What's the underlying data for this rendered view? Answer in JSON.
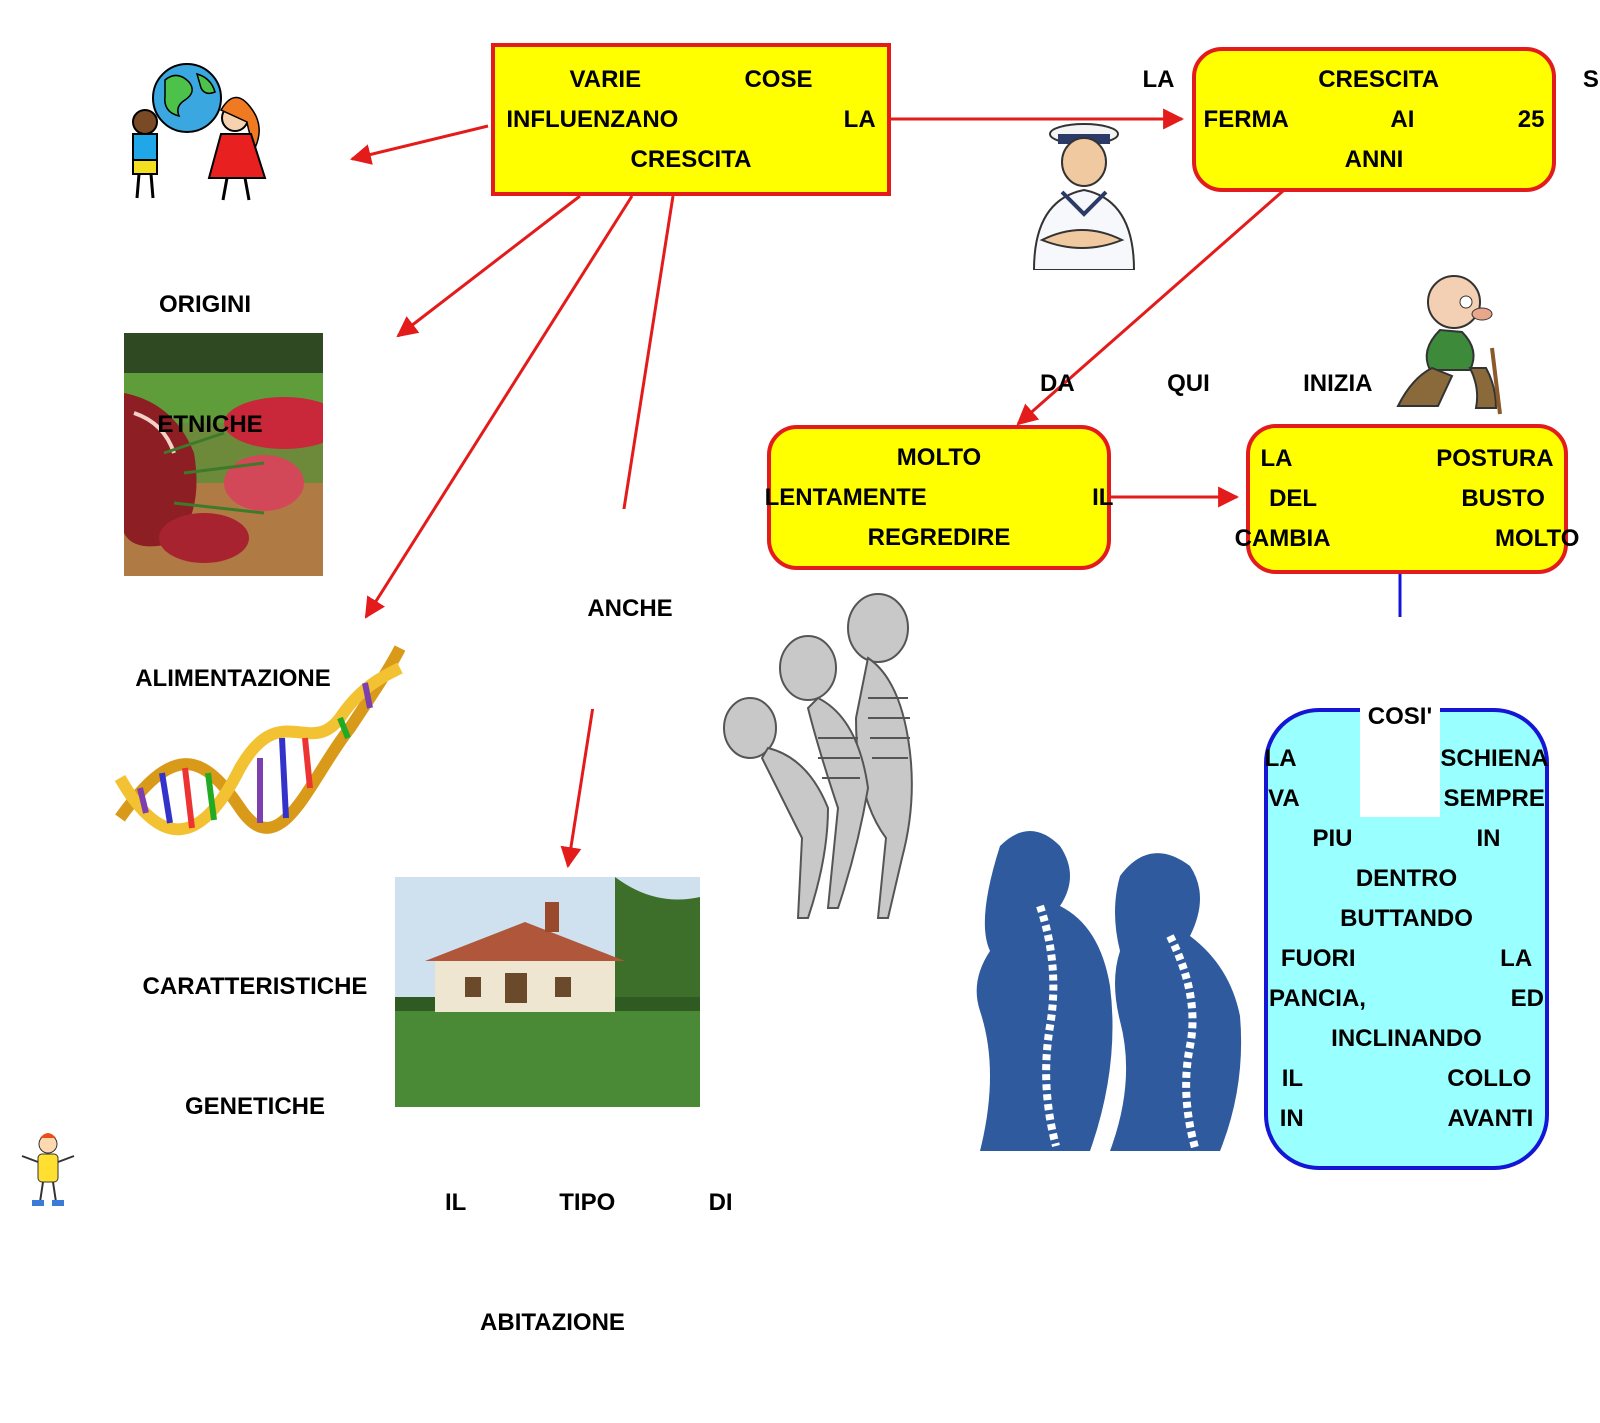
{
  "nodes": {
    "main": [
      "VARIE     COSE",
      "INFLUENZANO        LA",
      "CRESCITA"
    ],
    "crescita": [
      "LA       CRESCITA       SI",
      "FERMA     AI     25",
      "ANNI"
    ],
    "molto": [
      "MOLTO",
      "LENTAMENTE        IL",
      "REGREDIRE"
    ],
    "postura": [
      "LA       POSTURA",
      "DEL       BUSTO",
      "CAMBIA        MOLTO"
    ],
    "schiena": [
      "LA       SCHIENA",
      "VA       SEMPRE",
      "PIU      IN",
      "DENTRO",
      "BUTTANDO",
      "FUORI       LA",
      "PANCIA,       ED",
      "INCLINANDO",
      "IL       COLLO",
      "IN       AVANTI"
    ]
  },
  "labels": {
    "origini": [
      "ORIGINI",
      "ETNICHE"
    ],
    "alimentazione": [
      "ALIMENTAZIONE"
    ],
    "genetiche": [
      "CARATTERISTICHE",
      "GENETICHE"
    ],
    "abitazione": [
      "IL     TIPO     DI",
      "ABITAZIONE"
    ],
    "anche": [
      "ANCHE"
    ],
    "da_qui": [
      "DA     QUI     INIZIA"
    ],
    "cosi": [
      "COSI'"
    ]
  },
  "colors": {
    "box_fill": "#ffff00",
    "box_border": "#e41b1b",
    "arrow_red": "#e41b1b",
    "arrow_blue": "#1515d6",
    "final_fill": "#99ffff",
    "final_border": "#1515d6"
  },
  "illustrations": [
    "children-globe",
    "meat-food",
    "dna-helix",
    "country-house",
    "sailor-man",
    "old-man",
    "skeletons",
    "spine-silhouettes",
    "mascot"
  ]
}
